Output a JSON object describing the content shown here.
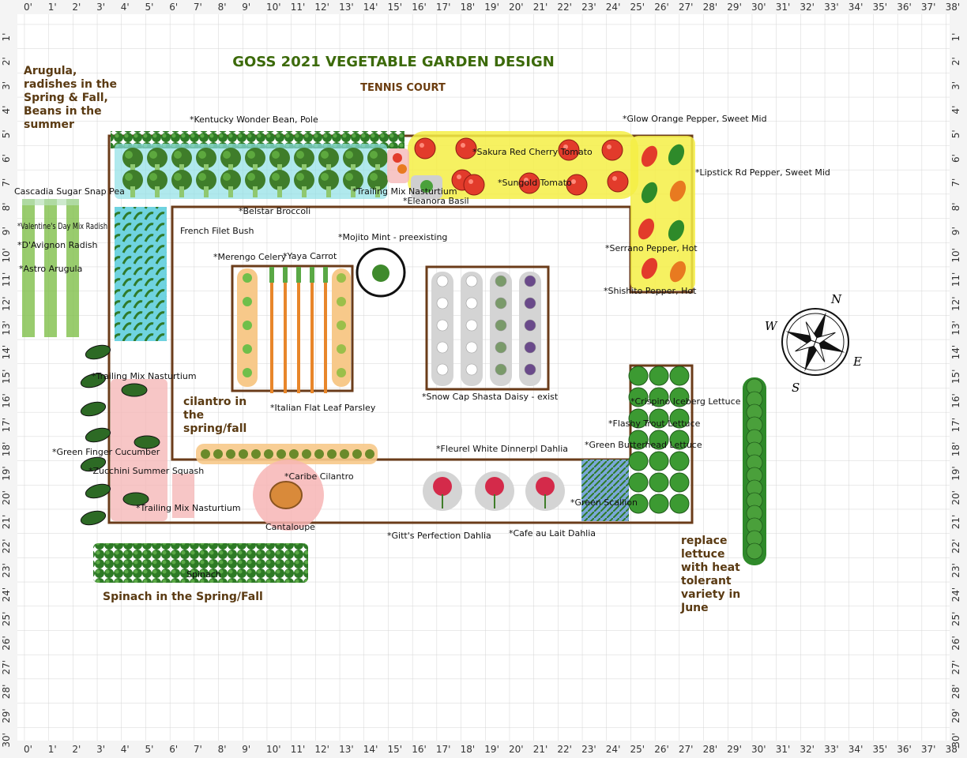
{
  "colors": {
    "title": "#3c6a0a",
    "subtitle": "#6b3c0e",
    "note": "#5a3a12",
    "bed_border": "#6b3c1a",
    "grid": "#d4d4d4",
    "ruler_bg": "#f4f4f4"
  },
  "header": {
    "title": "GOSS 2021 VEGETABLE GARDEN DESIGN",
    "subtitle": "TENNIS COURT"
  },
  "rulers": {
    "top": [
      "0'",
      "1'",
      "2'",
      "3'",
      "4'",
      "5'",
      "6'",
      "7'",
      "8'",
      "9'",
      "10'",
      "11'",
      "12'",
      "13'",
      "14'",
      "15'",
      "16'",
      "17'",
      "18'",
      "19'",
      "20'",
      "21'",
      "22'",
      "23'",
      "24'",
      "25'",
      "26'",
      "27'",
      "28'",
      "29'",
      "30'",
      "31'",
      "32'",
      "33'",
      "34'",
      "35'",
      "36'",
      "37'",
      "38'"
    ],
    "left": [
      "1'",
      "2'",
      "3'",
      "4'",
      "5'",
      "6'",
      "7'",
      "8'",
      "9'",
      "10'",
      "11'",
      "12'",
      "13'",
      "14'",
      "15'",
      "16'",
      "17'",
      "18'",
      "19'",
      "20'",
      "21'",
      "22'",
      "23'",
      "24'",
      "25'",
      "26'",
      "27'",
      "28'",
      "29'",
      "30'"
    ]
  },
  "notes": {
    "arugula": [
      "Arugula,",
      "radishes in the",
      "Spring & Fall,",
      "Beans in the",
      "summer"
    ],
    "cilantro": [
      "cilantro in",
      "the",
      "spring/fall"
    ],
    "spinach": [
      "Spinach in the Spring/Fall"
    ],
    "lettuce": [
      "replace",
      "lettuce",
      "with heat",
      "tolerant",
      "variety in",
      "June"
    ]
  },
  "labels": {
    "kentucky_bean": "*Kentucky Wonder Bean, Pole",
    "glow_pepper": "*Glow Orange Pepper, Sweet Mid",
    "sakura_tomato": "*Sakura Red Cherry Tomato",
    "lipstick_pepper": "*Lipstick Rd Pepper, Sweet Mid",
    "sungold_tomato": "*Sungold Tomato",
    "trailing_nasturtium_1": "*Trailing Mix Nasturtium",
    "eleanora_basil": "*Eleanora Basil",
    "cascadia_pea": "Cascadia Sugar Snap Pea",
    "belstar_broccoli": "*Belstar Broccoli",
    "valentine_radish": "*Valentine's Day Mix Radish",
    "french_filet": "French Filet Bush",
    "davignon_radish": "*D'Avignon Radish",
    "mojito_mint": "*Mojito Mint - preexisting",
    "serrano_pepper": "*Serrano Pepper, Hot",
    "merengo_celery": "*Merengo Celery",
    "yaya_carrot": "*Yaya Carrot",
    "astro_arugula": "*Astro Arugula",
    "shishito_pepper": "*Shishito Pepper, Hot",
    "trailing_nasturtium_2": "*Trailing Mix Nasturtium",
    "shasta_daisy": "*Snow Cap Shasta Daisy - exist",
    "crispino_lettuce": "*Crispino Iceberg Lettuce",
    "italian_parsley": "*Italian Flat Leaf Parsley",
    "flashy_trout": "*Flashy Trout Lettuce",
    "green_butterhead": "*Green Butterhead Lettuce",
    "fleurel_dahlia": "*Fleurel White Dinnerpl Dahlia",
    "green_finger": "*Green Finger Cucumber",
    "zucchini": "*Zucchini Summer Squash",
    "caribe_cilantro": "*Caribe Cilantro",
    "green_scallion": "*Green Scallion",
    "trailing_nasturtium_3": "*Trailing Mix Nasturtium",
    "cantaloupe": "Cantaloupe",
    "gitts_dahlia": "*Gitt's Perfection Dahlia",
    "cafe_dahlia": "*Cafe au Lait Dahlia",
    "spinach": "Spinach"
  },
  "compass": {
    "n": "N",
    "e": "E",
    "s": "S",
    "w": "W"
  }
}
